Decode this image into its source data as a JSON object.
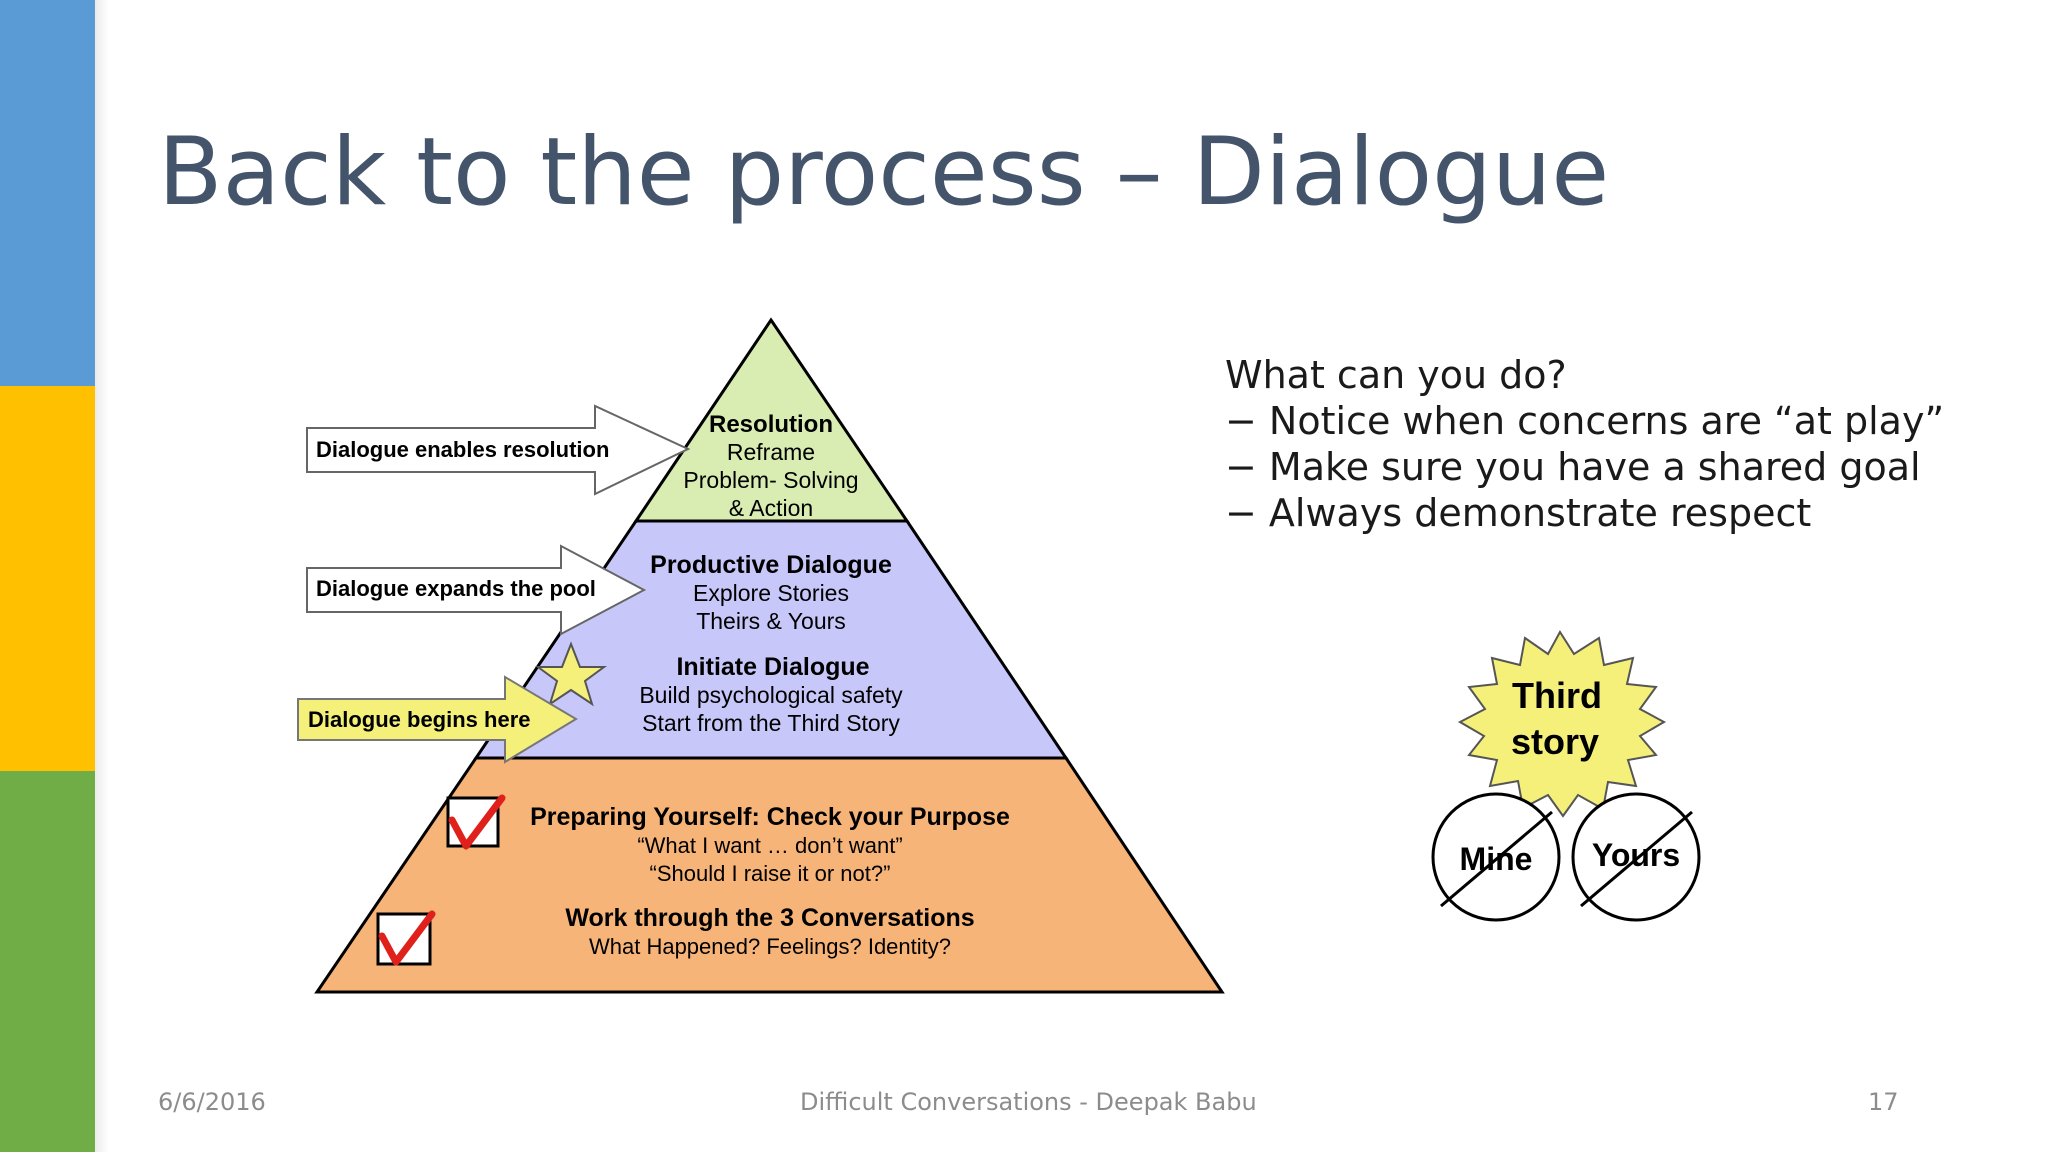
{
  "slide": {
    "title": "Back to the process – Dialogue",
    "colors": {
      "blue": "#5b9bd5",
      "yellow": "#ffc000",
      "green": "#70ad47",
      "title": "#44546a"
    }
  },
  "pyramid": {
    "resolution": {
      "heading": "Resolution",
      "line1": "Reframe",
      "line2": "Problem- Solving",
      "line3": "& Action",
      "color": "#d9ecb1"
    },
    "productive": {
      "heading": "Productive Dialogue",
      "line1": "Explore Stories",
      "line2": "Theirs & Yours",
      "color": "#c7c7fa"
    },
    "initiate": {
      "heading": "Initiate Dialogue",
      "line1": "Build psychological safety",
      "line2": "Start from the Third Story"
    },
    "preparing": {
      "heading": "Preparing Yourself: Check your Purpose",
      "line1": "“What I want … don’t want”",
      "line2": "“Should I raise it or not?”",
      "color": "#f7b478"
    },
    "conversations": {
      "heading": "Work through the 3 Conversations",
      "line1": "What Happened? Feelings? Identity?"
    }
  },
  "arrows": {
    "resolution": "Dialogue enables resolution",
    "pool": "Dialogue expands the pool",
    "begins": "Dialogue begins here"
  },
  "third_story": {
    "line1": "Third",
    "line2": "story",
    "mine": "Mine",
    "yours": "Yours"
  },
  "bullets": {
    "intro": "What can you do?",
    "items": [
      "− Notice when concerns are “at play”",
      "− Make sure you have a shared goal",
      "− Always demonstrate respect"
    ]
  },
  "footer": {
    "date": "6/6/2016",
    "center": "Difficult Conversations - Deepak Babu",
    "page": "17"
  }
}
